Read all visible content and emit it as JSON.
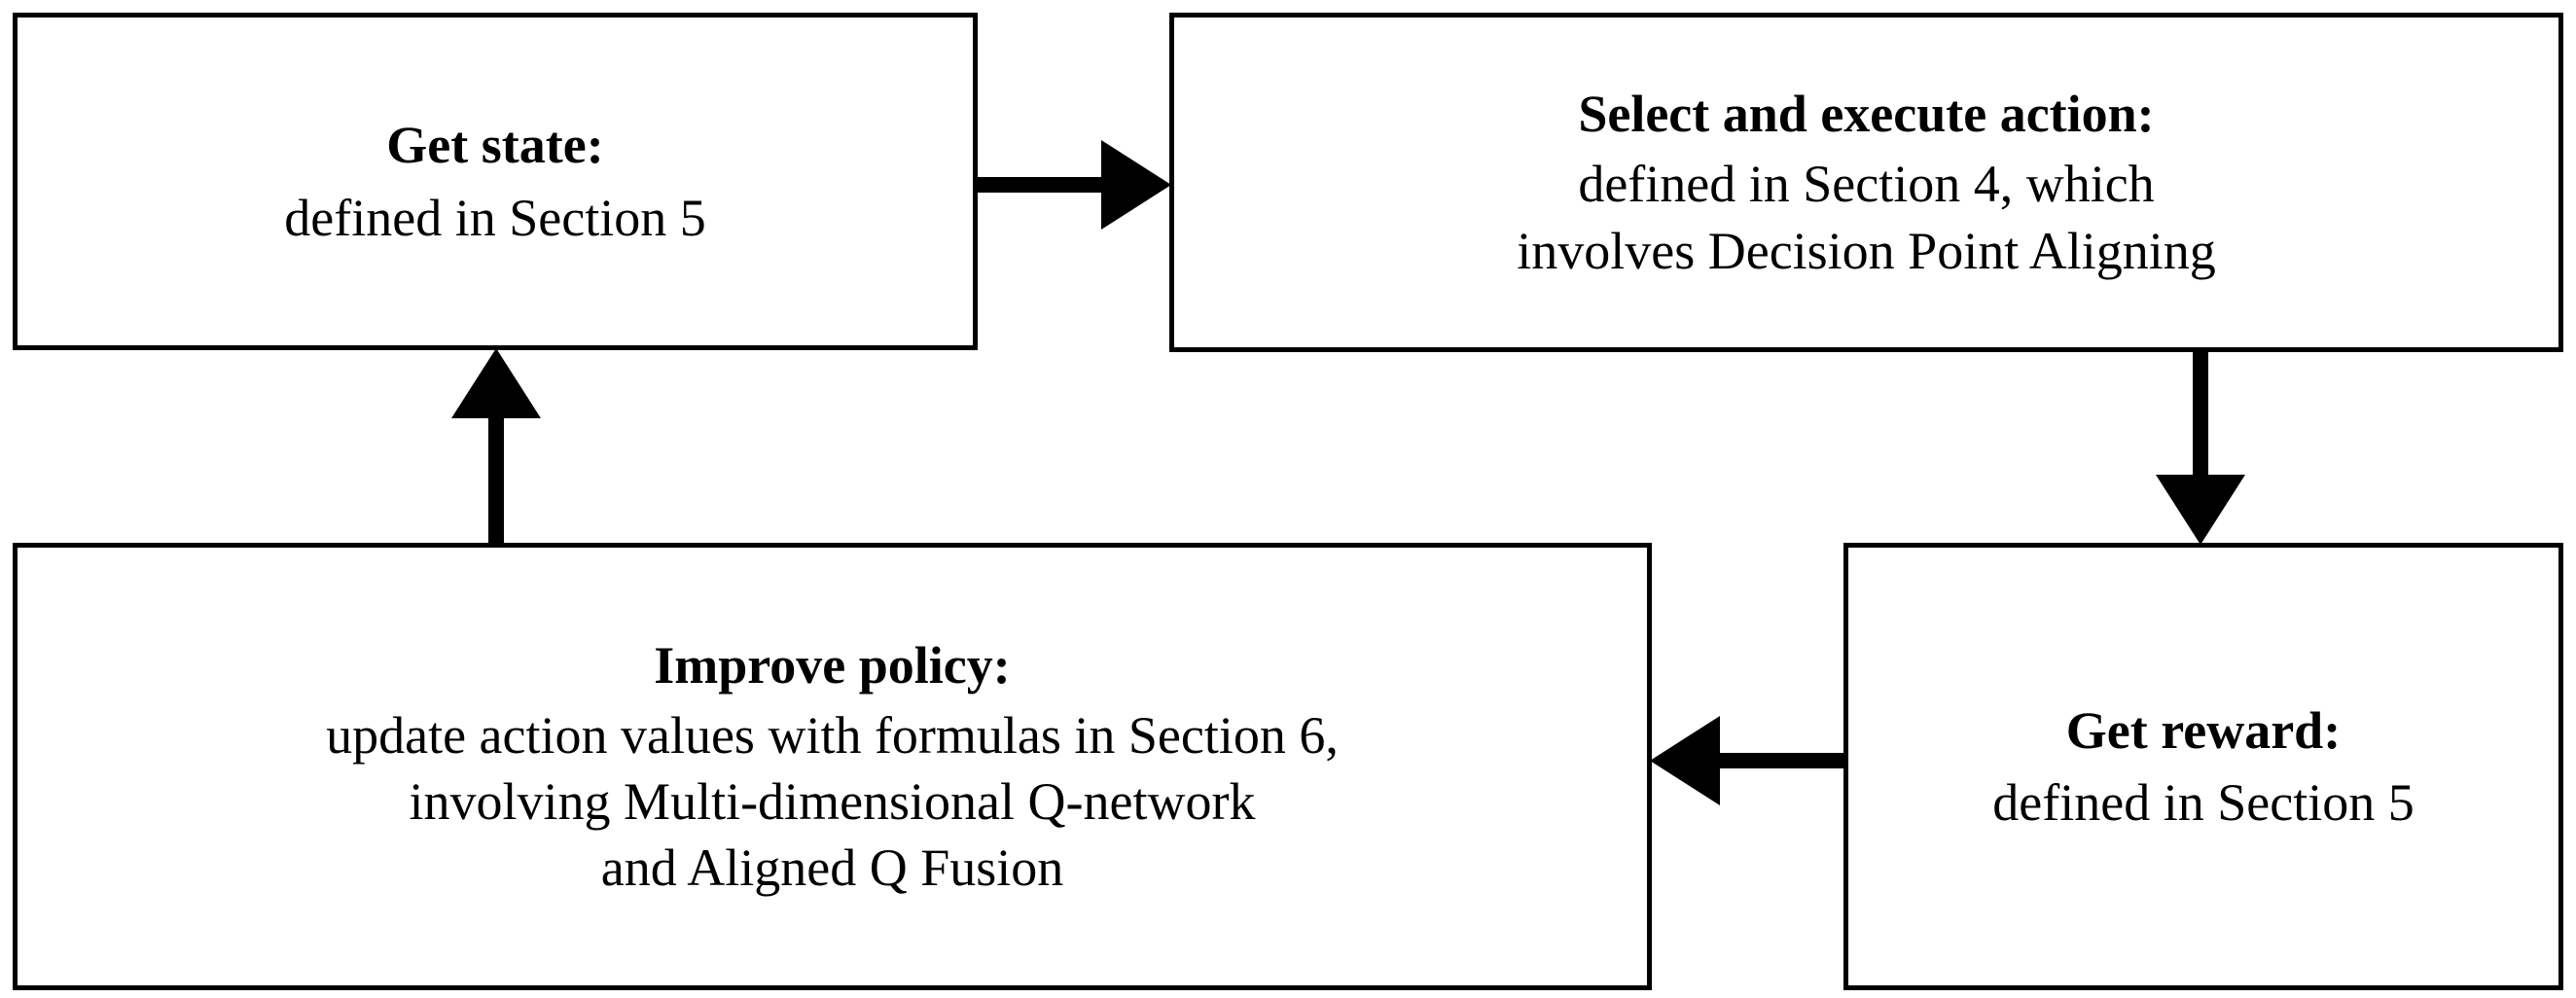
{
  "diagram": {
    "type": "flowchart-cycle",
    "nodes": [
      {
        "id": "get-state",
        "title": "Get state:",
        "lines": [
          "defined in Section 5"
        ]
      },
      {
        "id": "select-action",
        "title": "Select and execute action:",
        "lines": [
          "defined in Section 4, which",
          "involves Decision Point Aligning"
        ]
      },
      {
        "id": "improve-policy",
        "title": "Improve policy:",
        "lines": [
          "update action values with formulas in Section 6,",
          "involving Multi-dimensional Q-network",
          "and Aligned Q Fusion"
        ]
      },
      {
        "id": "get-reward",
        "title": "Get reward:",
        "lines": [
          "defined in Section 5"
        ]
      }
    ],
    "edges": [
      {
        "id": "state-to-action",
        "from": "get-state",
        "to": "select-action",
        "direction": "right"
      },
      {
        "id": "action-to-reward",
        "from": "select-action",
        "to": "get-reward",
        "direction": "down"
      },
      {
        "id": "reward-to-policy",
        "from": "get-reward",
        "to": "improve-policy",
        "direction": "left"
      },
      {
        "id": "policy-to-state",
        "from": "improve-policy",
        "to": "get-state",
        "direction": "up"
      }
    ],
    "colors": {
      "background": "#ffffff",
      "stroke": "#000000",
      "text": "#000000"
    }
  }
}
